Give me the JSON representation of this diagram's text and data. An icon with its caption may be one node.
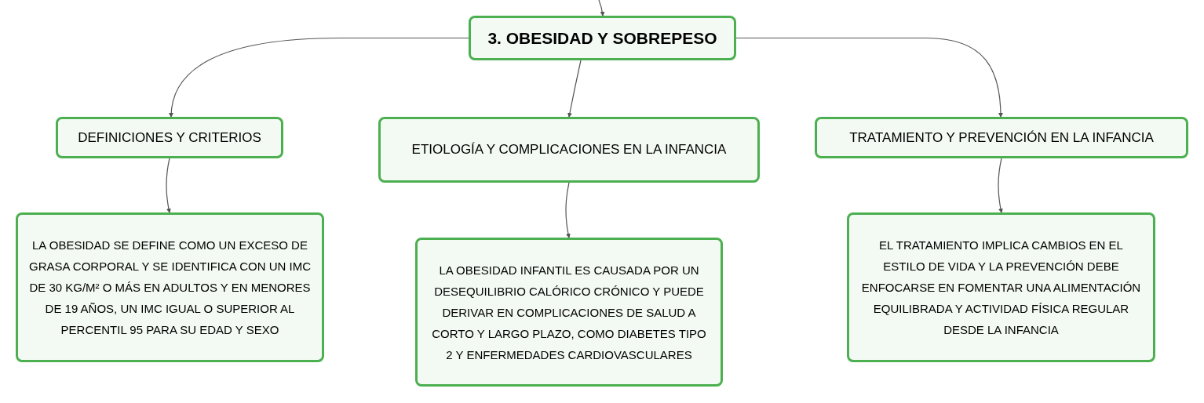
{
  "diagram": {
    "nodes": [
      {
        "text": [
          "3. OBESIDAD Y SOBREPESO"
        ]
      },
      {
        "text": [
          "DEFINICIONES Y CRITERIOS"
        ]
      },
      {
        "text": [
          "ETIOLOGÍA Y COMPLICACIONES EN LA INFANCIA"
        ]
      },
      {
        "text": [
          "TRATAMIENTO Y PREVENCIÓN EN LA INFANCIA"
        ]
      },
      {
        "text": [
          "LA OBESIDAD SE DEFINE COMO UN EXCESO DE GRASA CORPORAL Y SE IDENTIFICA CON UN IMC DE 30 KG/M² O MÁS EN ADULTOS Y EN MENORES DE 19 AÑOS, UN IMC IGUAL O SUPERIOR AL PERCENTIL 95 PARA SU EDAD Y SEXO"
        ]
      },
      {
        "text": [
          "LA OBESIDAD INFANTIL ES CAUSADA POR UN DESEQUILIBRIO CALÓRICO CRÓNICO Y PUEDE DERIVAR EN COMPLICACIONES DE SALUD A CORTO Y LARGO PLAZO, COMO DIABETES TIPO 2 Y ENFERMEDADES CARDIOVASCULARES"
        ]
      },
      {
        "text": [
          "EL TRATAMIENTO IMPLICA CAMBIOS EN EL ESTILO DE VIDA Y LA PREVENCIÓN DEBE ENFOCARSE EN FOMENTAR UNA ALIMENTACIÓN EQUILIBRADA Y ACTIVIDAD FÍSICA REGULAR DESDE LA INFANCIA"
        ]
      }
    ],
    "edges": [
      {
        "from": null,
        "to": 0,
        "arrow": "to"
      },
      {
        "from": 0,
        "to": 1,
        "arrow": "to"
      },
      {
        "from": 0,
        "to": 2,
        "arrow": "to"
      },
      {
        "from": 0,
        "to": 3,
        "arrow": "to"
      },
      {
        "from": 1,
        "to": 4,
        "arrow": "to"
      },
      {
        "from": 2,
        "to": 5,
        "arrow": "to"
      },
      {
        "from": 3,
        "to": 6,
        "arrow": "to"
      }
    ]
  }
}
